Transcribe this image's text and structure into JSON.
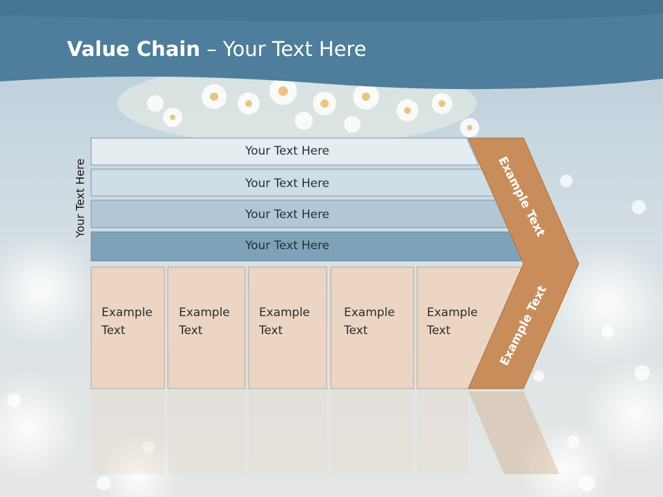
{
  "title": {
    "bold": "Value Chain",
    "rest": " – Your Text Here"
  },
  "side_label": "Your Text Here",
  "rows": [
    {
      "label": "Your Text Here",
      "color": "#e6edf1"
    },
    {
      "label": "Your Text Here",
      "color": "#cfdde6"
    },
    {
      "label": "Your Text Here",
      "color": "#b1c7d5"
    },
    {
      "label": "Your Text Here",
      "color": "#7ea3b8"
    }
  ],
  "cells": [
    {
      "line1": "Example",
      "line2": "Text"
    },
    {
      "line1": "Example",
      "line2": "Text"
    },
    {
      "line1": "Example",
      "line2": "Text"
    },
    {
      "line1": "Example",
      "line2": "Text"
    },
    {
      "line1": "Example",
      "line2": "Text"
    }
  ],
  "chevron": {
    "upper": "Example Text",
    "lower": "Example Text",
    "color": "#c98d5b"
  },
  "colors": {
    "header": "#4e7e9b",
    "cell": "#ecd6c3"
  }
}
